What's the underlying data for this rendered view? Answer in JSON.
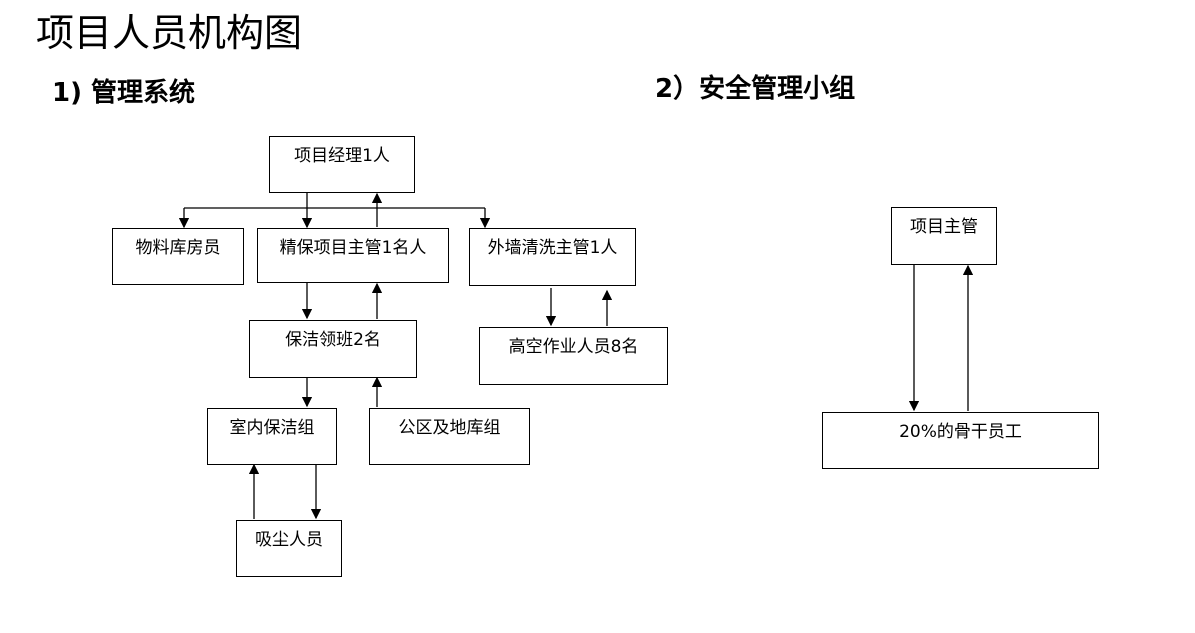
{
  "title": "项目人员机构图",
  "section1": {
    "heading": "1)  管理系统"
  },
  "section2": {
    "heading": "2）安全管理小组"
  },
  "boxes": {
    "project_manager": "项目经理1人",
    "warehouse_keeper": "物料库房员",
    "cleaning_supervisor": "精保项目主管1名人",
    "exterior_supervisor": "外墙清洗主管1人",
    "cleaning_leader": "保洁领班2名",
    "high_altitude_workers": "高空作业人员8名",
    "indoor_group": "室内保洁组",
    "public_area_group": "公区及地库组",
    "vacuum_staff": "吸尘人员",
    "safety_supervisor": "项目主管",
    "core_staff": "20%的骨干员工"
  }
}
